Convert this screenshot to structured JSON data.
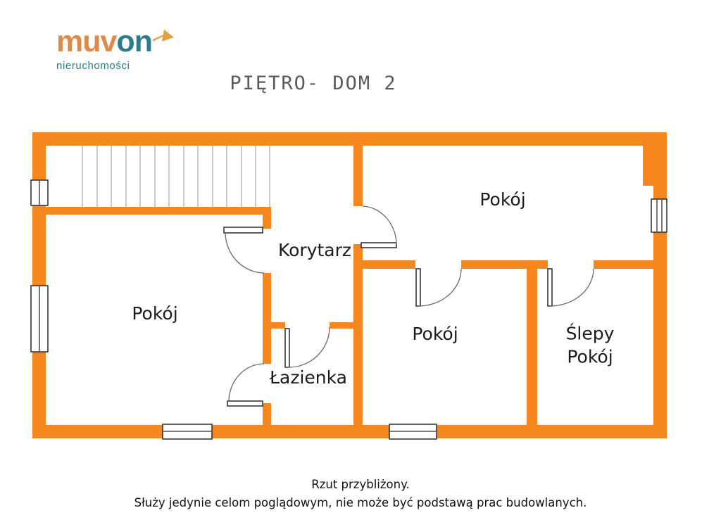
{
  "logo": {
    "word_part1": "muv",
    "word_part2": "on",
    "tagline": "nieruchomości"
  },
  "title": "PIĘTRO- DOM 2",
  "rooms": [
    {
      "id": "pokoj-left",
      "label": "Pokój"
    },
    {
      "id": "korytarz",
      "label": "Korytarz"
    },
    {
      "id": "lazienka",
      "label": "Łazienka"
    },
    {
      "id": "pokoj-top",
      "label": "Pokój"
    },
    {
      "id": "pokoj-middle",
      "label": "Pokój"
    },
    {
      "id": "slepy-pokoj",
      "label": "Ślepy\nPokój"
    }
  ],
  "footer": {
    "line1": "Rzut przybliżony.",
    "line2": "Służy jedynie celom poglądowym, nie może być podstawą prac budowlanych."
  },
  "colors": {
    "wall": "#F6871F",
    "logo_orange": "#DE8A4A",
    "logo_teal": "#2B7D8C"
  }
}
